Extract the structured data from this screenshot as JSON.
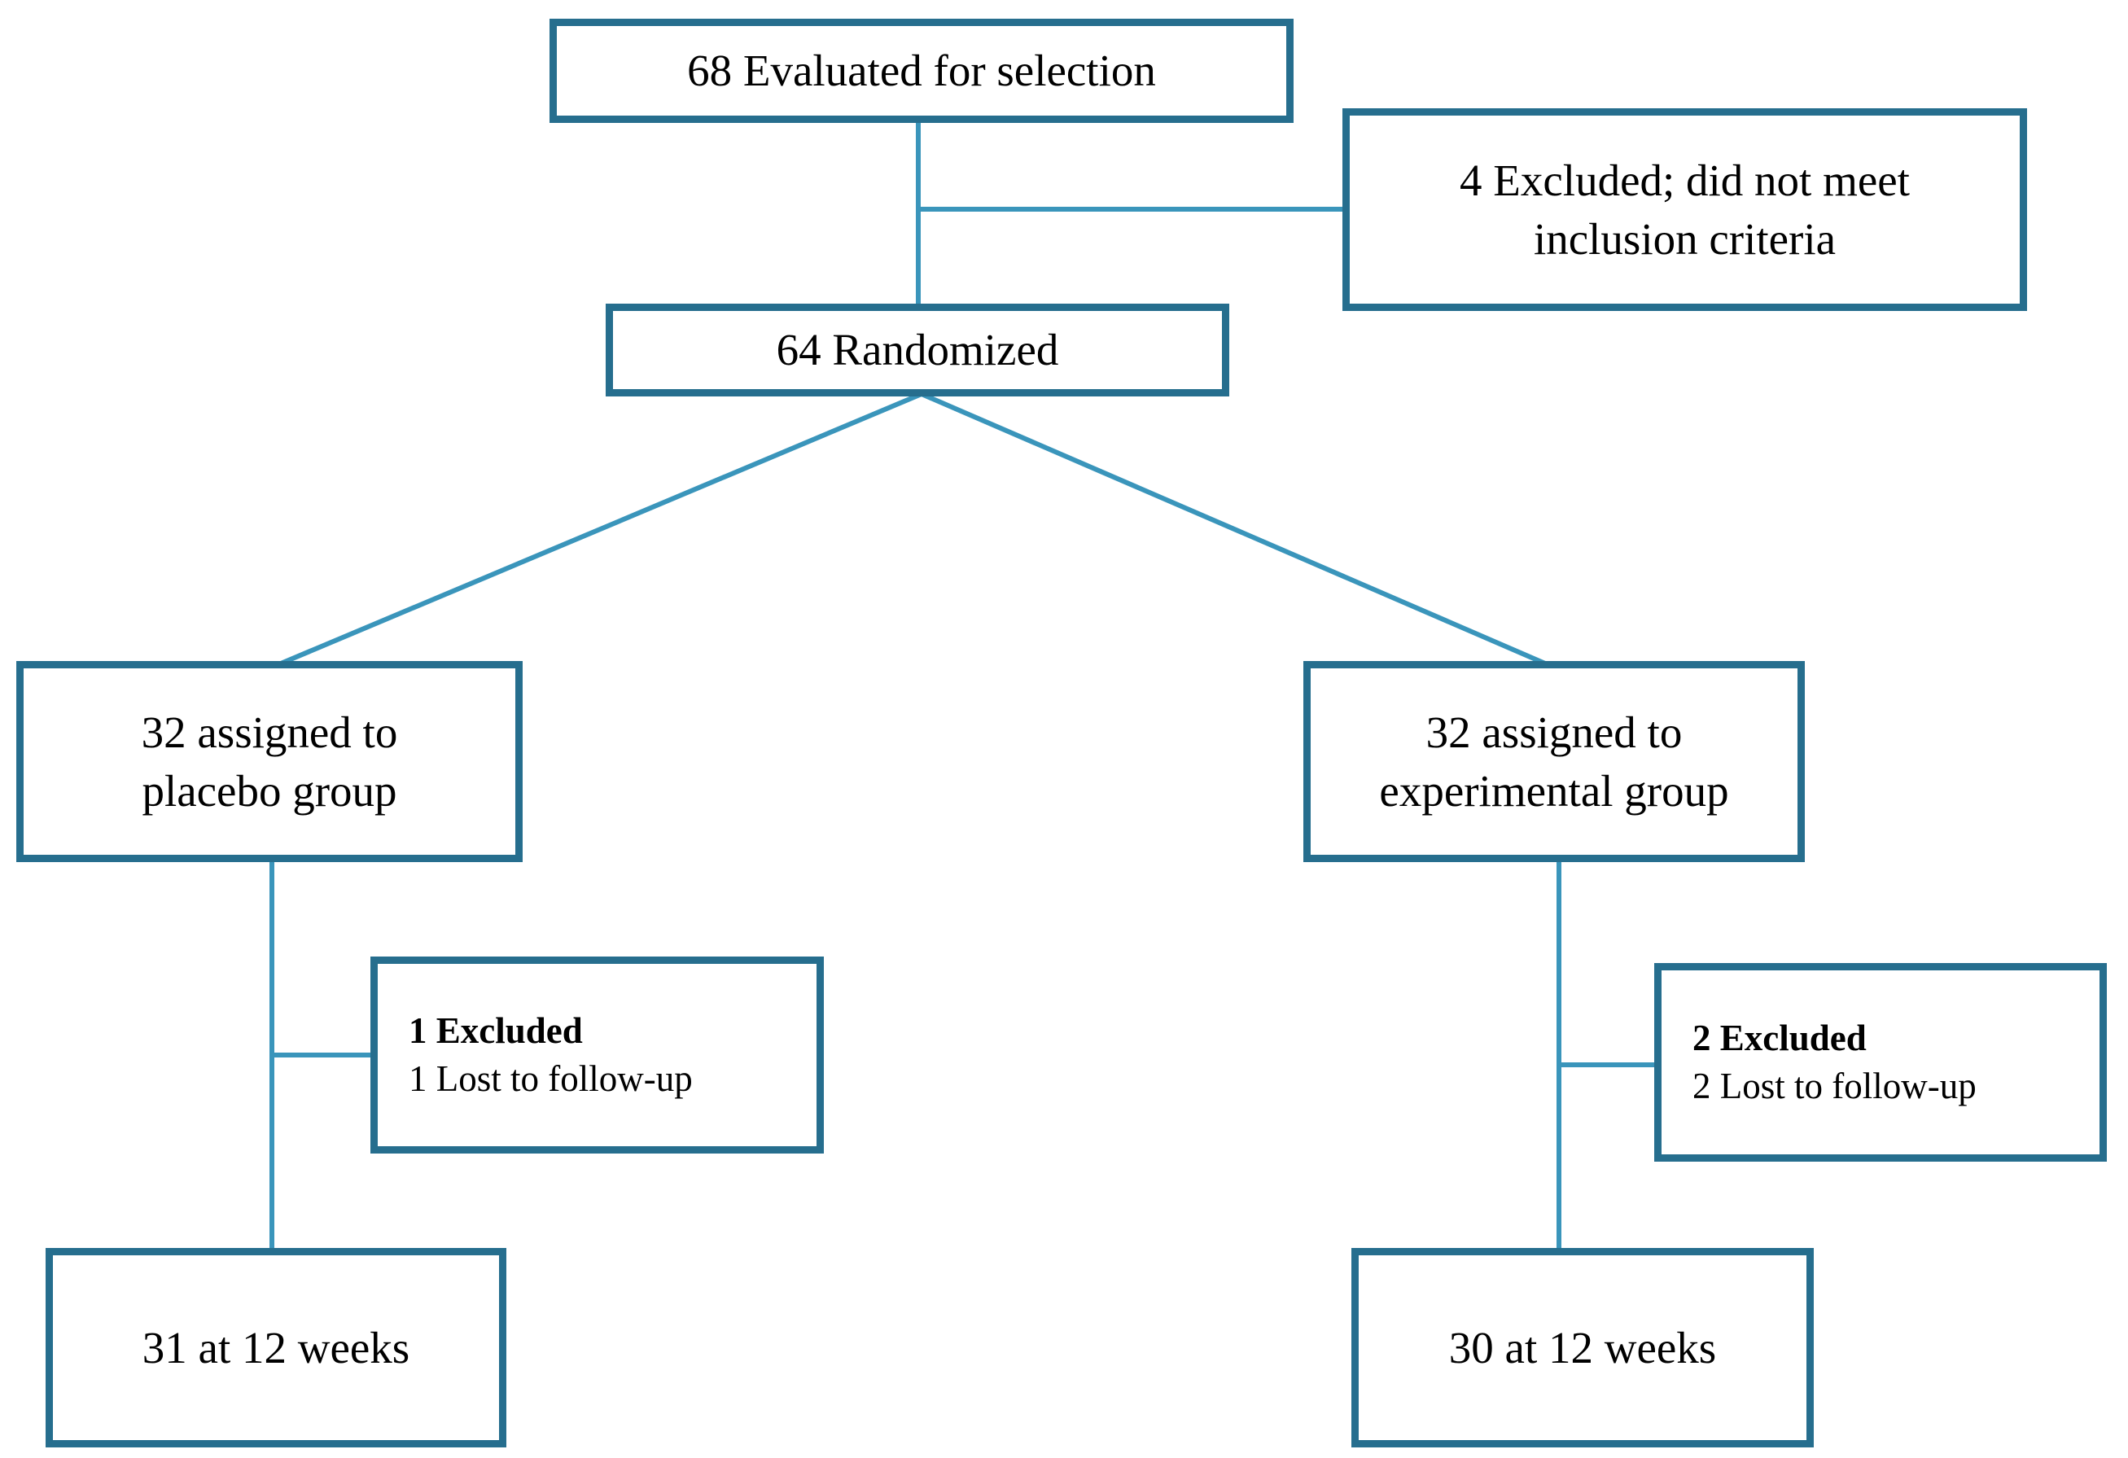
{
  "colors": {
    "background": "#ffffff",
    "box-border": "#266e8e",
    "connector": "#3a95bb",
    "text": "#000000"
  },
  "boxes": {
    "evaluated": {
      "text": "68 Evaluated for selection"
    },
    "excluded_top": {
      "line1": "4 Excluded; did not meet",
      "line2": "inclusion criteria"
    },
    "randomized": {
      "text": "64 Randomized"
    },
    "placebo": {
      "line1": "32 assigned to",
      "line2": "placebo group"
    },
    "experimental": {
      "line1": "32 assigned to",
      "line2": "experimental group"
    },
    "placebo_excluded": {
      "line1": "1 Excluded",
      "line2": "1 Lost to follow-up"
    },
    "experimental_excluded": {
      "line1": "2 Excluded",
      "line2": "2 Lost to follow-up"
    },
    "placebo_followup": {
      "text": "31 at 12 weeks"
    },
    "experimental_followup": {
      "text": "30 at 12 weeks"
    }
  }
}
